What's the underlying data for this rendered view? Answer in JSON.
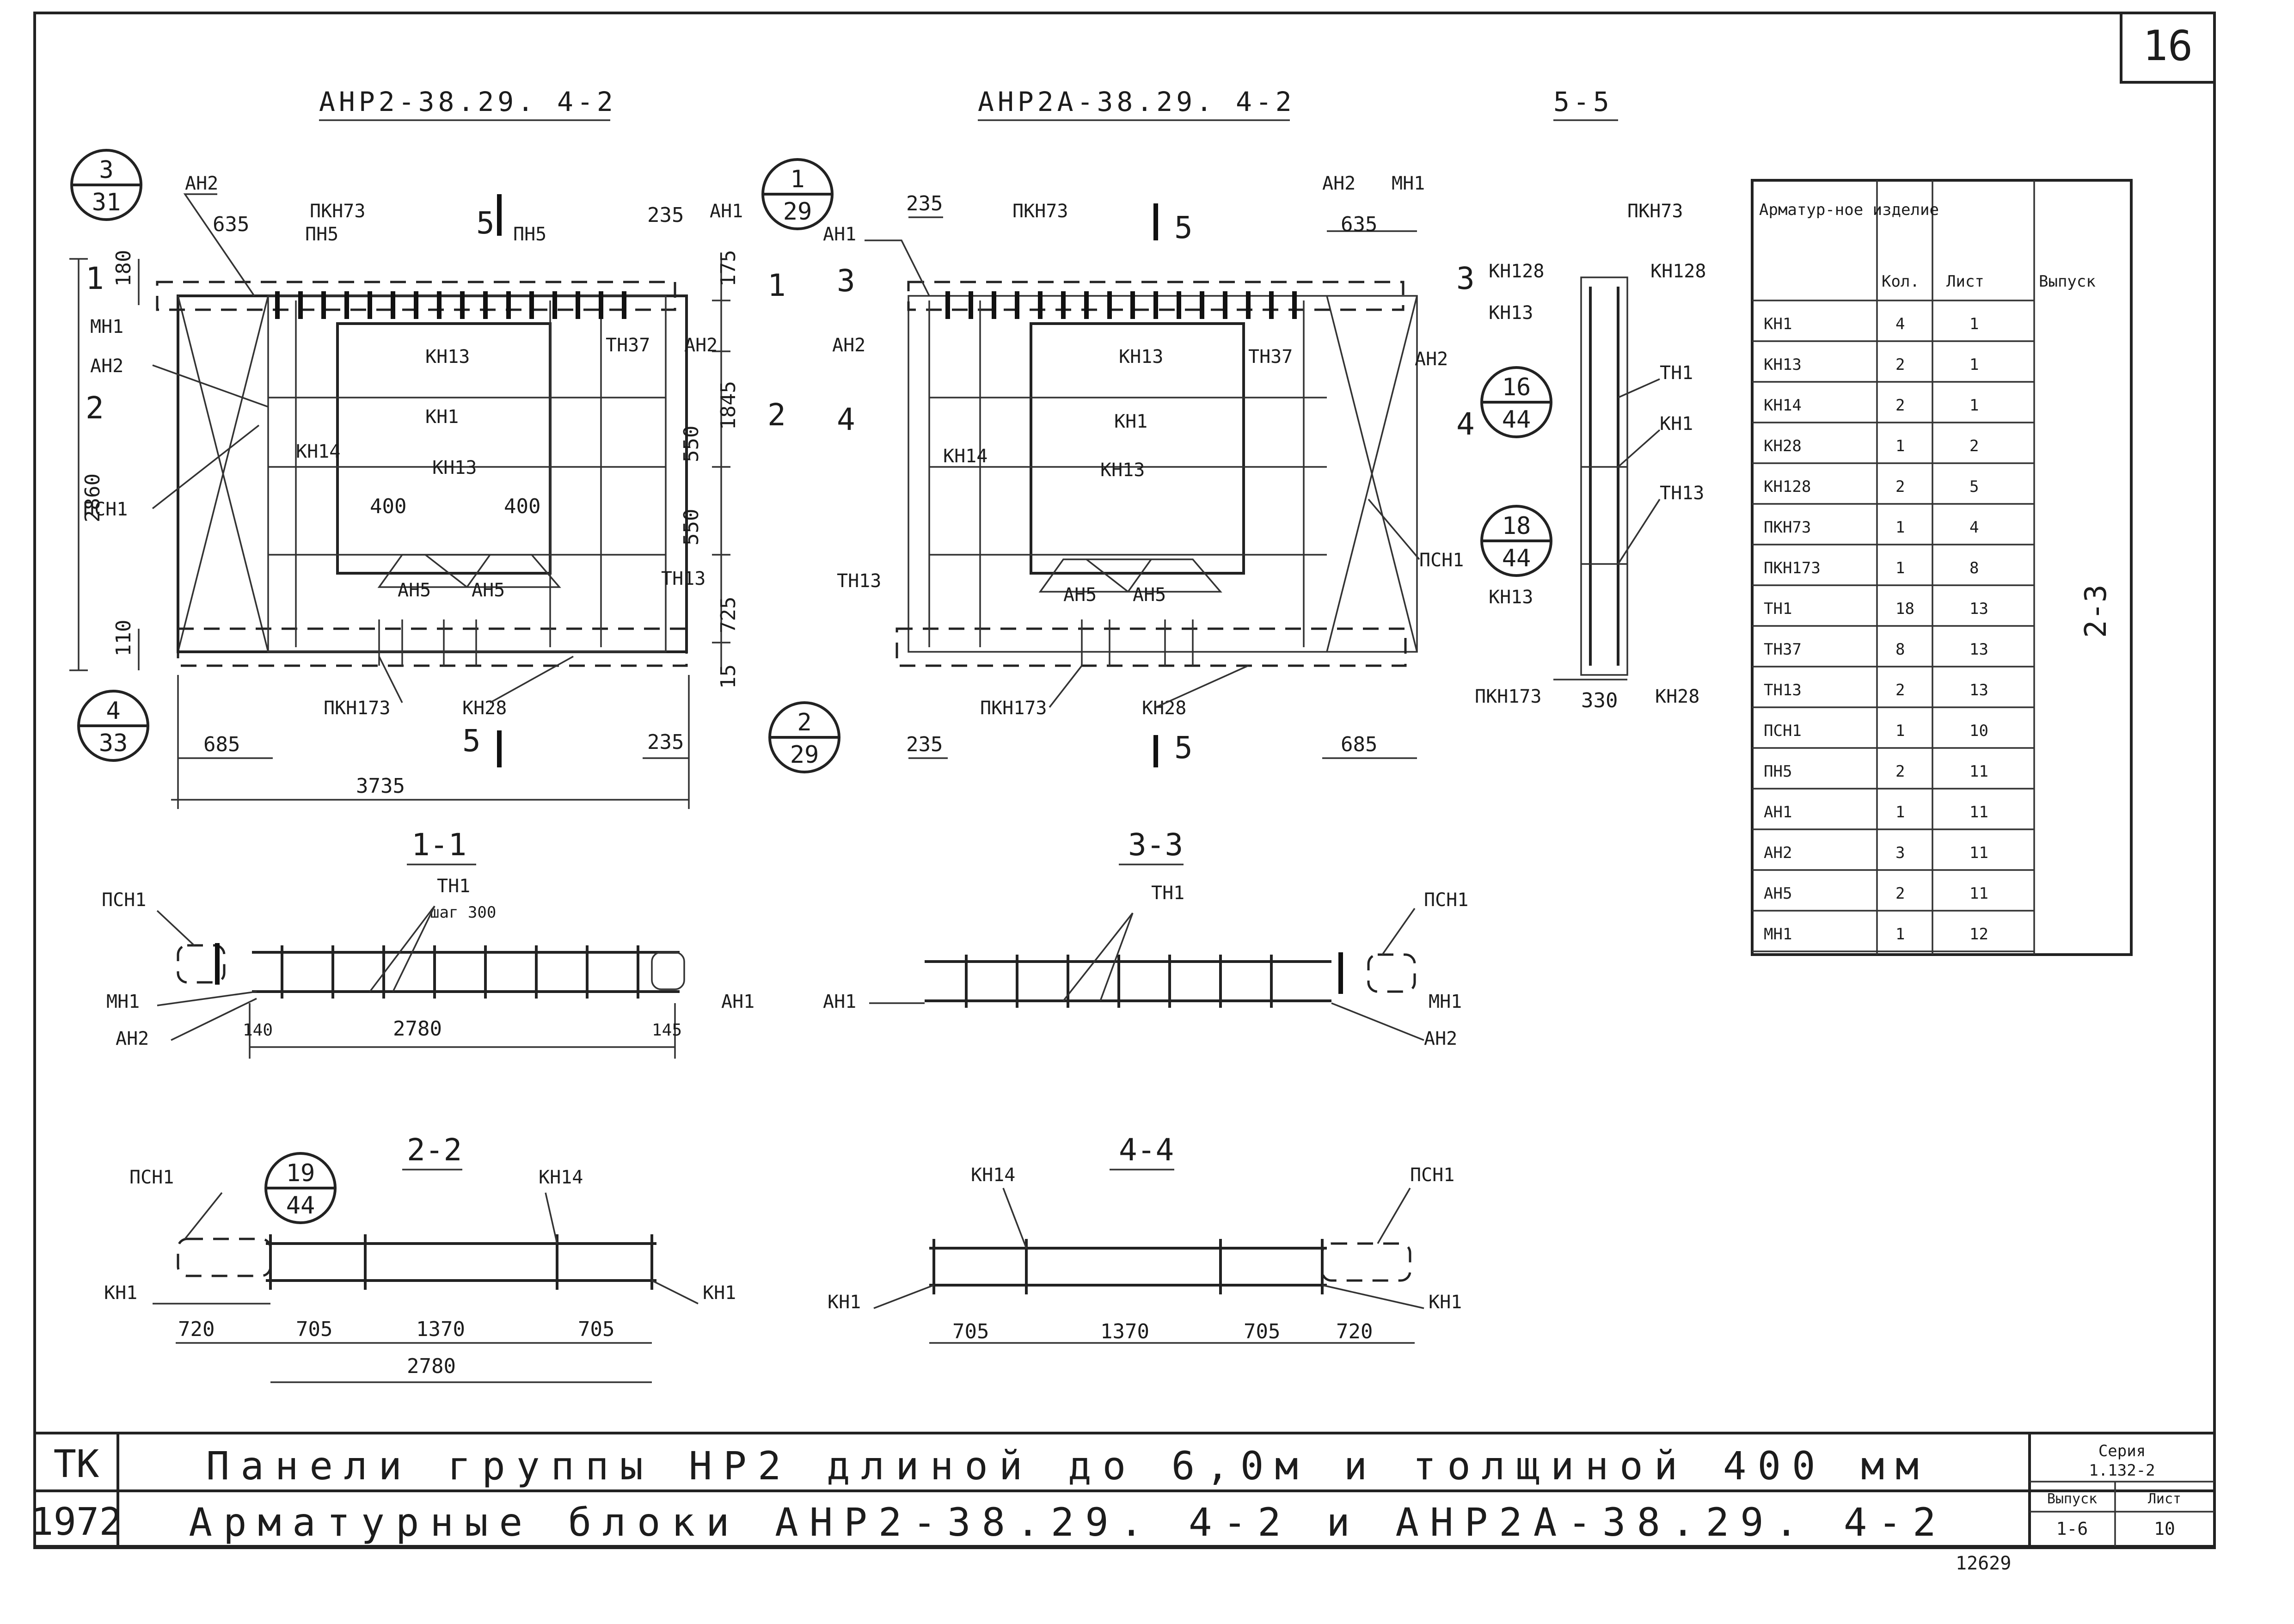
{
  "sheet_number": "16",
  "views": {
    "plan_a": {
      "title": "АНР2-38.29. 4-2"
    },
    "plan_b": {
      "title": "АНР2А-38.29. 4-2"
    },
    "section_55": {
      "title": "5-5"
    },
    "section_11": {
      "title": "1-1"
    },
    "section_33": {
      "title": "3-3"
    },
    "section_22": {
      "title": "2-2"
    },
    "section_44": {
      "title": "4-4"
    }
  },
  "callouts": {
    "c1": {
      "top": "3",
      "bottom": "31"
    },
    "c2": {
      "top": "4",
      "bottom": "33"
    },
    "c3": {
      "top": "1",
      "bottom": "29"
    },
    "c4": {
      "top": "2",
      "bottom": "29"
    },
    "c5": {
      "top": "16",
      "bottom": "44"
    },
    "c6": {
      "top": "18",
      "bottom": "44"
    },
    "c7": {
      "top": "19",
      "bottom": "44"
    }
  },
  "section_marks": {
    "m1": "1",
    "m2": "2",
    "m3": "3",
    "m4": "4",
    "m5": "5"
  },
  "labels": {
    "ah1": "АН1",
    "ah2": "АН2",
    "ah5": "АН5",
    "mh1": "МН1",
    "kh1": "КН1",
    "kh13": "КН13",
    "kh14": "КН14",
    "kh28": "КН28",
    "kh128": "КН128",
    "pkh73": "ПКН73",
    "pkh173": "ПКН173",
    "ph5": "ПН5",
    "pch1": "ПСН1",
    "th1": "ТН1",
    "th13": "ТН13",
    "th37": "ТН37",
    "step": "шаг 300"
  },
  "dims": {
    "d635": "635",
    "d180": "180",
    "d235": "235",
    "d175": "175",
    "d1845": "1845",
    "d550": "550",
    "d400": "400",
    "d725": "725",
    "d110": "110",
    "d15": "15",
    "d685": "685",
    "d3735": "3735",
    "d2860": "2860",
    "d330": "330",
    "d140": "140",
    "d2780": "2780",
    "d145": "145",
    "d720": "720",
    "d705": "705",
    "d1370": "1370"
  },
  "table": {
    "headers": [
      "Арматур-ное изделие",
      "Кол.",
      "Лист",
      "Выпуск"
    ],
    "rows": [
      [
        "КН1",
        "4",
        "1"
      ],
      [
        "КН13",
        "2",
        "1"
      ],
      [
        "КН14",
        "2",
        "1"
      ],
      [
        "КН28",
        "1",
        "2"
      ],
      [
        "КН128",
        "2",
        "5"
      ],
      [
        "ПКН73",
        "1",
        "4"
      ],
      [
        "ПКН173",
        "1",
        "8"
      ],
      [
        "ТН1",
        "18",
        "13"
      ],
      [
        "ТН37",
        "8",
        "13"
      ],
      [
        "ТН13",
        "2",
        "13"
      ],
      [
        "ПСН1",
        "1",
        "10"
      ],
      [
        "ПН5",
        "2",
        "11"
      ],
      [
        "АН1",
        "1",
        "11"
      ],
      [
        "АН2",
        "3",
        "11"
      ],
      [
        "АН5",
        "2",
        "11"
      ],
      [
        "МН1",
        "1",
        "12"
      ]
    ],
    "issue_value": "2-3"
  },
  "title_block": {
    "org": "ТК",
    "year": "1972",
    "line1": "Панели группы НР2 длиной до 6,0м и толщиной 400 мм",
    "line2": "Арматурные блоки АНР2-38.29. 4-2 и АНР2А-38.29. 4-2",
    "series_label": "Серия",
    "series_value": "1.132-2",
    "issue_label": "Выпуск",
    "issue_value": "1-6",
    "sheet_label": "Лист",
    "sheet_value": "10"
  },
  "stamp": "12629"
}
